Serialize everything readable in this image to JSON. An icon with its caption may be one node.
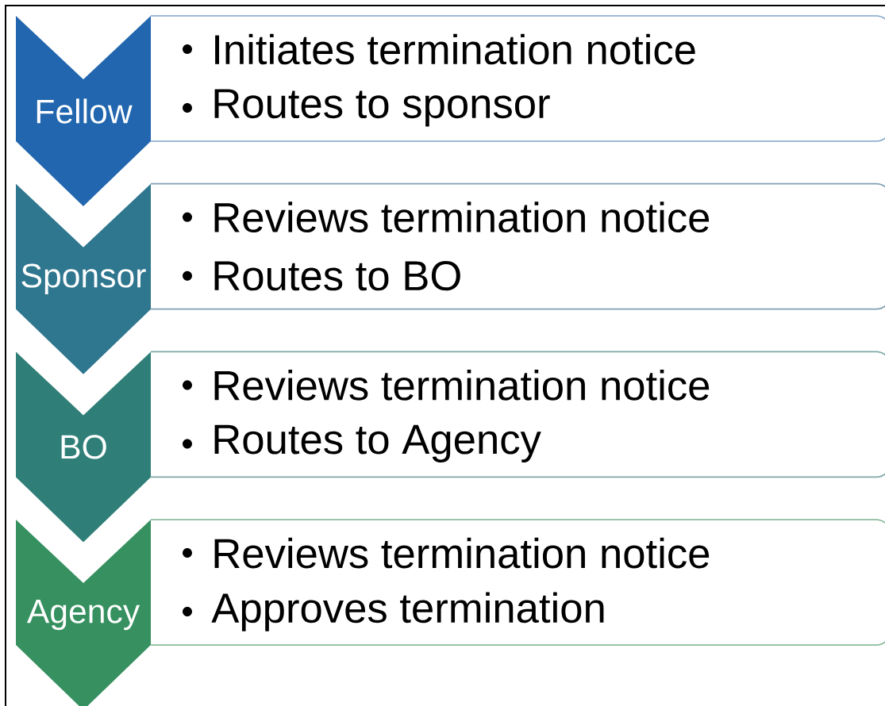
{
  "diagram": {
    "nodes": [
      {
        "text": [
          "Fellow"
        ]
      },
      {
        "text": [
          "Initiates termination notice",
          "Routes to sponsor"
        ]
      },
      {
        "text": [
          "Sponsor"
        ]
      },
      {
        "text": [
          "Reviews termination notice",
          "Routes to BO"
        ]
      },
      {
        "text": [
          "BO"
        ]
      },
      {
        "text": [
          "Reviews termination notice",
          "Routes to Agency"
        ]
      },
      {
        "text": [
          "Agency"
        ]
      },
      {
        "text": [
          "Reviews termination notice",
          "Approves termination"
        ]
      }
    ]
  }
}
